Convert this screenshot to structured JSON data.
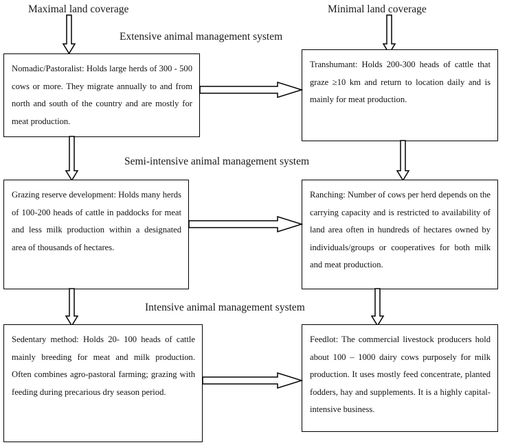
{
  "diagram": {
    "title_implicit": "Cattle management systems by land coverage and intensity",
    "column_labels": [
      {
        "id": "maximal",
        "text": "Maximal land coverage"
      },
      {
        "id": "minimal",
        "text": "Minimal land coverage"
      }
    ],
    "row_titles": [
      {
        "id": "extensive",
        "text": "Extensive animal management system"
      },
      {
        "id": "semi-intensive",
        "text": "Semi-intensive animal management system"
      },
      {
        "id": "intensive",
        "text": "Intensive animal management system"
      }
    ],
    "nodes": [
      {
        "id": "nomadic-pastoralist",
        "label": "Nomadic/Pastoralist",
        "text": "Nomadic/Pastoralist: Holds large herds of 300 - 500 cows or more. They migrate annually to and from north and south of the country and are mostly for meat production."
      },
      {
        "id": "transhumant",
        "label": "Transhumant",
        "text": "Transhumant: Holds 200-300 heads of cattle that graze ≥10 km and return to location daily and is mainly for meat production."
      },
      {
        "id": "grazing-reserve-development",
        "label": "Grazing reserve development",
        "text": "Grazing reserve development: Holds many herds of 100-200 heads of cattle in paddocks for meat and less milk production within a designated area of thousands of hectares."
      },
      {
        "id": "ranching",
        "label": "Ranching",
        "text": "Ranching: Number of cows per herd depends on the carrying capacity and is restricted to availability of land area often in hundreds of hectares owned by individuals/groups or cooperatives for both milk and meat production."
      },
      {
        "id": "sedentary-method",
        "label": "Sedentary method",
        "text": "Sedentary method: Holds 20- 100 heads of cattle mainly breeding for meat and milk production. Often combines agro-pastoral farming; grazing with feeding during precarious dry season period."
      },
      {
        "id": "feedlot",
        "label": "Feedlot",
        "text": "Feedlot: The commercial livestock producers hold about 100 – 1000 dairy cows purposely for milk production. It uses mostly feed concentrate, planted fodders, hay and supplements. It is a highly capital-intensive business."
      }
    ],
    "connectors": [
      {
        "id": "arrow-maximal-to-nomadic",
        "direction": "down",
        "icon": "arrow-down-icon"
      },
      {
        "id": "arrow-minimal-to-transhumant",
        "direction": "down",
        "icon": "arrow-down-icon"
      },
      {
        "id": "arrow-nomadic-to-transhumant",
        "direction": "right",
        "icon": "arrow-right-icon"
      },
      {
        "id": "arrow-nomadic-to-grazing-reserve",
        "direction": "down",
        "icon": "arrow-down-icon"
      },
      {
        "id": "arrow-transhumant-to-ranching",
        "direction": "down",
        "icon": "arrow-down-icon"
      },
      {
        "id": "arrow-grazing-reserve-to-ranching",
        "direction": "right",
        "icon": "arrow-right-icon"
      },
      {
        "id": "arrow-grazing-reserve-to-sedentary",
        "direction": "down",
        "icon": "arrow-down-icon"
      },
      {
        "id": "arrow-ranching-to-feedlot",
        "direction": "down",
        "icon": "arrow-down-icon"
      },
      {
        "id": "arrow-sedentary-to-feedlot",
        "direction": "right",
        "icon": "arrow-right-icon"
      }
    ],
    "colors": {
      "background": "#ffffff",
      "border": "#000000",
      "text": "#111111",
      "arrow_fill": "#ffffff",
      "arrow_stroke": "#000000"
    }
  }
}
